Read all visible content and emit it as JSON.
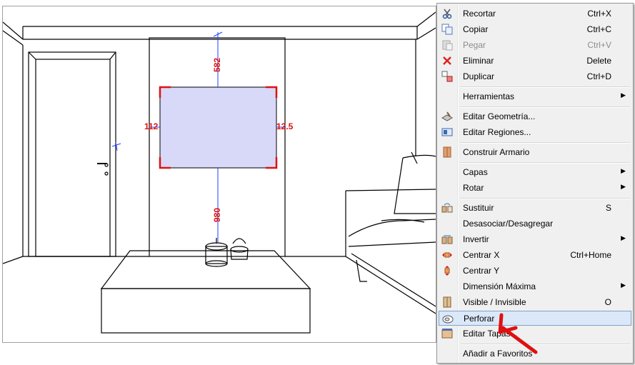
{
  "dimensions": {
    "top": "582",
    "bottom": "980",
    "left": "112",
    "right": "12.5"
  },
  "menu": {
    "items": [
      {
        "label": "Recortar",
        "shortcut": "Ctrl+X",
        "icon": "scissors-icon"
      },
      {
        "label": "Copiar",
        "shortcut": "Ctrl+C",
        "icon": "copy-icon"
      },
      {
        "label": "Pegar",
        "shortcut": "Ctrl+V",
        "icon": "paste-icon",
        "disabled": true
      },
      {
        "label": "Eliminar",
        "shortcut": "Delete",
        "icon": "delete-x-icon"
      },
      {
        "label": "Duplicar",
        "shortcut": "Ctrl+D",
        "icon": "duplicate-icon"
      },
      {
        "label": "Herramientas",
        "submenu": true
      },
      {
        "label": "Editar Geometría...",
        "icon": "edit-geometry-icon"
      },
      {
        "label": "Editar Regiones...",
        "icon": "edit-regions-icon"
      },
      {
        "label": "Construir Armario",
        "icon": "wardrobe-icon"
      },
      {
        "label": "Capas",
        "submenu": true
      },
      {
        "label": "Rotar",
        "submenu": true
      },
      {
        "label": "Sustituir",
        "shortcut": "S",
        "icon": "replace-icon"
      },
      {
        "label": "Desasociar/Desagregar"
      },
      {
        "label": "Invertir",
        "submenu": true,
        "icon": "invert-icon"
      },
      {
        "label": "Centrar X",
        "shortcut": "Ctrl+Home",
        "icon": "center-x-icon"
      },
      {
        "label": "Centrar Y",
        "icon": "center-y-icon"
      },
      {
        "label": "Dimensión Máxima",
        "submenu": true
      },
      {
        "label": "Visible / Invisible",
        "shortcut": "O",
        "icon": "visible-icon"
      },
      {
        "label": "Perforar",
        "icon": "perforate-icon",
        "highlighted": true
      },
      {
        "label": "Editar Tapas...",
        "icon": "edit-covers-icon"
      },
      {
        "label": "Añadir a Favoritos"
      }
    ]
  },
  "colors": {
    "selection_fill": "#d8d8f8",
    "dimension": "#e01010",
    "arrow": "#e01010",
    "highlight": "#dbe8f8"
  }
}
